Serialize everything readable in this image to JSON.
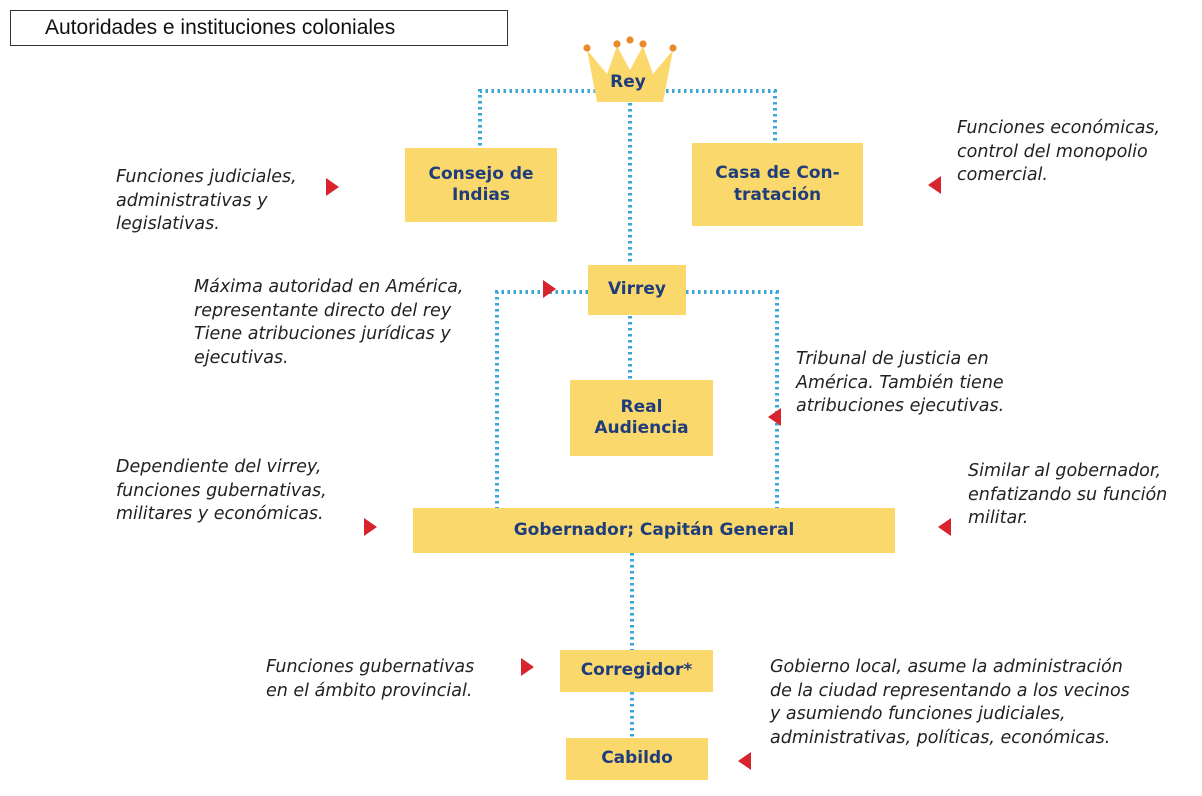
{
  "title": "Autoridades e instituciones coloniales",
  "nodes": {
    "rey": "Rey",
    "consejo": [
      "Consejo de",
      "Indias"
    ],
    "casa": [
      "Casa de Con-",
      "tratación"
    ],
    "virrey": "Virrey",
    "audiencia": [
      "Real",
      "Audiencia"
    ],
    "gobernador": "Gobernador; Capitán General",
    "corregidor": "Corregidor*",
    "cabildo": "Cabildo"
  },
  "notes": {
    "consejo": [
      "Funciones judiciales,",
      "administrativas y",
      "legislativas."
    ],
    "casa": [
      "Funciones económicas,",
      "control del monopolio",
      "comercial."
    ],
    "virrey": [
      "Máxima autoridad en América,",
      "representante directo del rey",
      "Tiene atribuciones jurídicas y",
      "ejecutivas."
    ],
    "audiencia": [
      "Tribunal de justicia en",
      "América. También tiene",
      "atribuciones ejecutivas."
    ],
    "gobernador": [
      "Dependiente del virrey,",
      "funciones gubernativas,",
      "militares y económicas."
    ],
    "capitan": [
      "Similar al gobernador,",
      "enfatizando su función",
      "militar."
    ],
    "corregidor": [
      "Funciones gubernativas",
      "en el ámbito provincial."
    ],
    "cabildo": [
      "Gobierno local, asume la administración",
      "de la ciudad representando a los vecinos",
      "y asumiendo funciones judiciales,",
      "administrativas, políticas, económicas."
    ]
  },
  "colors": {
    "node_fill": "#fbd86b",
    "node_text": "#1f3d7a",
    "connector": "#3aa6d6",
    "arrow": "#d8242e"
  }
}
